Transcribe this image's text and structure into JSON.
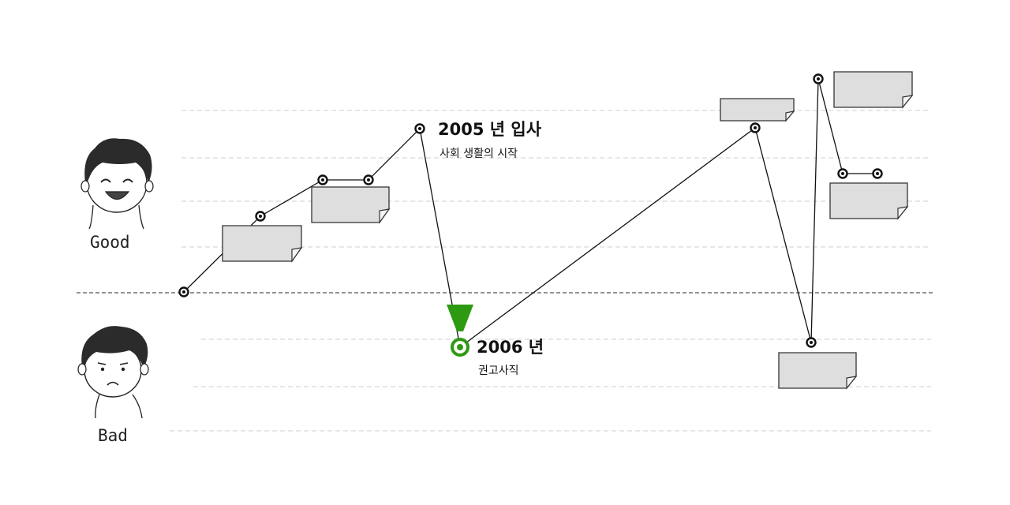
{
  "legend": {
    "good_label": "Good",
    "bad_label": "Bad"
  },
  "events": [
    {
      "title": "2005 년 입사",
      "subtitle": "사회 생활의 시작"
    },
    {
      "title": "2006 년",
      "subtitle": "권고사직"
    }
  ],
  "colors": {
    "highlight": "#2e9a12",
    "line": "#111111",
    "note_fill": "#dedede",
    "grid": "#cfcfcf"
  },
  "icons": [
    "happy-face-icon",
    "sad-face-icon",
    "current-position-marker-icon",
    "sticky-note-icon"
  ]
}
